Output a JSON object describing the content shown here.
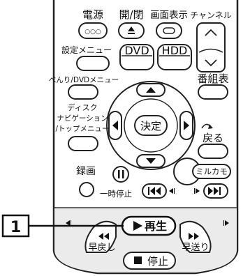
{
  "callout": {
    "number": "1"
  },
  "top_labels": {
    "power": "電源",
    "open_close": "開/閉",
    "display": "画面表示",
    "channel": "チャンネル"
  },
  "power_button_text": "○○○",
  "menu": {
    "settings": "設定メニュー",
    "dvd": "DVD",
    "hdd": "HDD",
    "bempri": "べんり/DVDメニュー",
    "program_guide": "番組表"
  },
  "nav": {
    "disc_line1": "ディスク",
    "disc_line2": "ナビゲーション",
    "disc_line3": "/トップメニュー",
    "enter": "決定",
    "back": "戻る"
  },
  "record": {
    "rec": "録画",
    "pause": "一時停止",
    "mirukamo": "ミルカモ"
  },
  "transport": {
    "play": "再生",
    "rewind": "早戻し",
    "stop": "停止",
    "forward": "早送り"
  },
  "colors": {
    "outline": "#333333",
    "highlight_band": "#e8e8e8"
  }
}
